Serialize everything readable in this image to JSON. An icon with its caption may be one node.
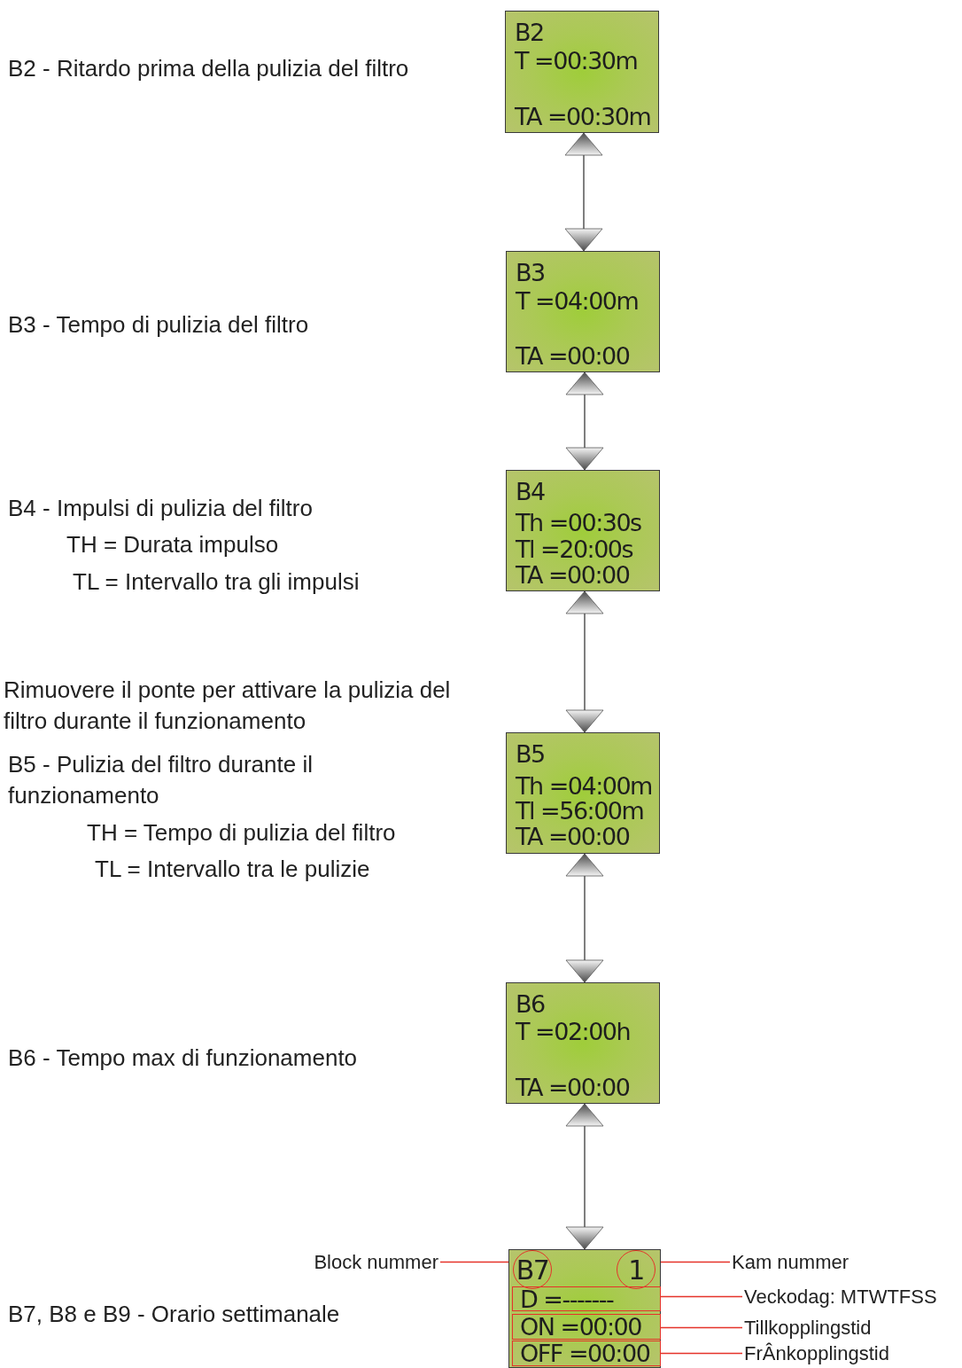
{
  "diagram": {
    "nodes": [
      {
        "text": [
          "B2",
          "T =00:30m",
          "TA =00:30m"
        ]
      },
      {
        "text": [
          "B3",
          "T =04:00m",
          "TA =00:00"
        ]
      },
      {
        "text": [
          "B4",
          "Th =00:30s",
          "Tl =20:00s",
          "TA =00:00"
        ]
      },
      {
        "text": [
          "B5",
          "Th =04:00m",
          "Tl =56:00m",
          "TA =00:00"
        ]
      },
      {
        "text": [
          "B6",
          "T =02:00h",
          "TA =00:00"
        ]
      },
      {
        "text": [],
        "shape": "box"
      },
      {
        "text": [
          "B7"
        ],
        "in": 5
      },
      {
        "text": [
          "1"
        ],
        "in": 5
      },
      {
        "text": [
          "D =-------"
        ],
        "in": 5
      },
      {
        "text": [
          "ON =00:00"
        ],
        "in": 5
      },
      {
        "text": [
          "OFF =00:00"
        ],
        "in": 5
      },
      {
        "text": [
          "Block nummer"
        ]
      },
      {
        "text": [
          "Kam nummer"
        ]
      },
      {
        "text": [
          "Veckodag: MTWTFSS"
        ]
      },
      {
        "text": [
          "Tillkopplingstid"
        ]
      },
      {
        "text": [
          "FrÂnkopplingstid"
        ]
      }
    ],
    "edges": [
      {
        "from": 0,
        "to": 1,
        "arrow": "both"
      },
      {
        "from": 1,
        "to": 2,
        "arrow": "both"
      },
      {
        "from": 2,
        "to": 3,
        "arrow": "both"
      },
      {
        "from": 3,
        "to": 4,
        "arrow": "both"
      },
      {
        "from": 4,
        "to": 5,
        "arrow": "both"
      },
      {
        "from": 11,
        "to": 6,
        "arrow": "none",
        "color": "#e5332a"
      },
      {
        "from": 12,
        "to": 7,
        "arrow": "none",
        "color": "#e5332a"
      },
      {
        "from": 13,
        "to": 8,
        "arrow": "none",
        "color": "#e5332a"
      },
      {
        "from": 14,
        "to": 9,
        "arrow": "none",
        "color": "#e5332a"
      },
      {
        "from": 15,
        "to": 10,
        "arrow": "none",
        "color": "#e5332a"
      }
    ],
    "labels": [
      "B2 - Ritardo prima della pulizia del filtro",
      "B3 - Tempo di pulizia del filtro",
      "B4 - Impulsi di pulizia del filtro",
      "TH = Durata impulso",
      "TL = Intervallo tra gli impulsi",
      "Rimuovere il ponte per attivare la pulizia del filtro durante il funzionamento",
      "B5 - Pulizia del filtro durante il funzionamento",
      "TH = Tempo di pulizia del filtro",
      "TL = Intervallo tra le pulizie",
      "B6 - Tempo max di funzionamento",
      "B7, B8 e B9 - Orario settimanale"
    ]
  }
}
